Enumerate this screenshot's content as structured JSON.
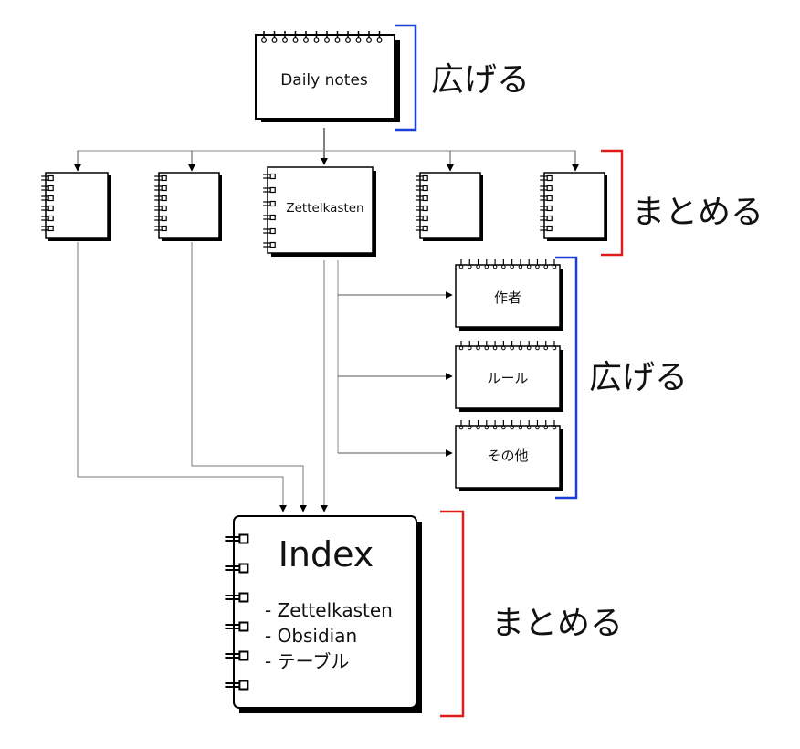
{
  "top_note": {
    "title": "Daily notes"
  },
  "top_bracket": {
    "label": "広げる",
    "color": "#1a3fd6"
  },
  "middle_row": {
    "center_title": "Zettelkasten",
    "bracket_label": "まとめる",
    "bracket_color": "#e01b1b"
  },
  "topic_notes": {
    "items": [
      {
        "title": "作者"
      },
      {
        "title": "ルール"
      },
      {
        "title": "その他"
      }
    ],
    "bracket_label": "広げる",
    "bracket_color": "#1a3fd6"
  },
  "index_note": {
    "title": "Index",
    "items": [
      "- Zettelkasten",
      "- Obsidian",
      "- テーブル"
    ],
    "bracket_label": "まとめる",
    "bracket_color": "#e01b1b"
  },
  "colors": {
    "line": "#8a8a8a",
    "stroke": "#000000",
    "shadow": "#000000"
  }
}
